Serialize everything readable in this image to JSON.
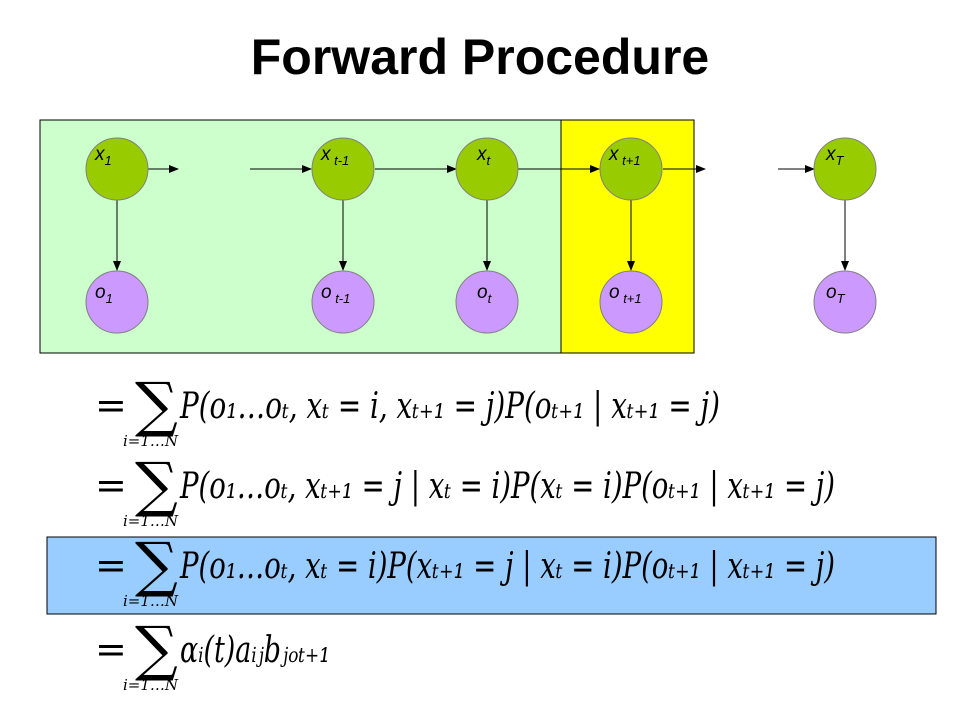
{
  "title": "Forward Procedure",
  "colors": {
    "past_region": "#ccffcc",
    "current_region": "#ffff00",
    "hidden_node": "#99cc00",
    "obs_node": "#cc99ff",
    "highlight_box": "#99ccff"
  },
  "nodes": {
    "hidden": [
      {
        "base": "x",
        "sub": "1"
      },
      {
        "base": "x",
        "sub": " t-1"
      },
      {
        "base": "x",
        "sub": "t"
      },
      {
        "base": "x",
        "sub": " t+1"
      },
      {
        "base": "x",
        "sub": "T"
      }
    ],
    "observed": [
      {
        "base": "o",
        "sub": "1"
      },
      {
        "base": "o",
        "sub": " t-1"
      },
      {
        "base": "o",
        "sub": "t"
      },
      {
        "base": "o",
        "sub": " t+1"
      },
      {
        "base": "o",
        "sub": "T"
      }
    ]
  },
  "formulas": {
    "eq1": {
      "eq": "=",
      "sum_under": "i=1…N",
      "body": "P(o₁…oₜ, xₜ = i, xₜ₊₁ = j)P(oₜ₊₁ | xₜ₊₁ = j)"
    },
    "eq2": {
      "eq": "=",
      "sum_under": "i=1…N",
      "body": "P(o₁…oₜ, xₜ₊₁ = j | xₜ = i)P(xₜ = i)P(oₜ₊₁ | xₜ₊₁ = j)"
    },
    "eq3": {
      "eq": "=",
      "sum_under": "i=1…N",
      "body": "P(o₁…oₜ, xₜ = i)P(xₜ₊₁ = j | xₜ = i)P(oₜ₊₁ | xₜ₊₁ = j)"
    },
    "eq4": {
      "eq": "=",
      "sum_under": "i=1…N",
      "body": "αᵢ(t)aᵢⱼbⱼₒₜ₊₁"
    }
  }
}
